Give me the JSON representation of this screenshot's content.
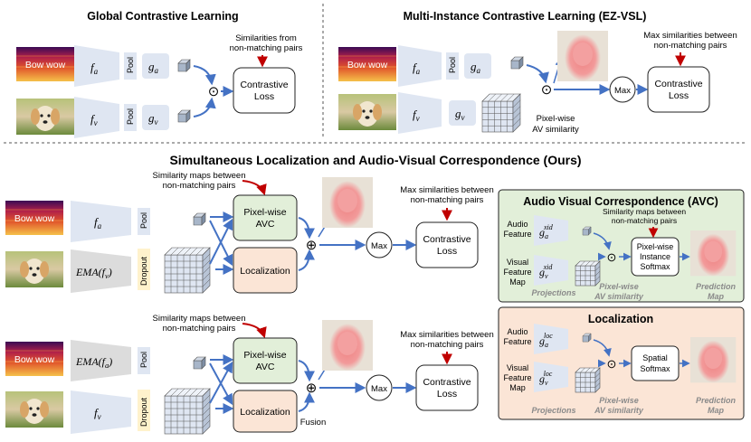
{
  "titles": {
    "global": "Global  Contrastive Learning",
    "multi": "Multi-Instance Contrastive Learning (EZ-VSL)",
    "ours": "Simultaneous Localization and Audio-Visual Correspondence (Ours)",
    "avc_panel": "Audio Visual Correspondence (AVC)",
    "loc_panel": "Localization"
  },
  "labels": {
    "bow_wow": "Bow wow",
    "pool": "Pool",
    "dropout": "Dropout",
    "contrastive_loss_1": "Contrastive",
    "contrastive_loss_2": "Loss",
    "max": "Max",
    "fusion": "Fusion",
    "pixelwise_avc_1": "Pixel-wise",
    "pixelwise_avc_2": "AVC",
    "localization": "Localization",
    "sim_from_nonmatch_1": "Similarities from",
    "sim_from_nonmatch_2": "non-matching pairs",
    "max_sim_nonmatch_1": "Max similarities between",
    "max_sim_nonmatch_2": "non-matching pairs",
    "sim_maps_nonmatch_1": "Similarity maps between",
    "sim_maps_nonmatch_2": "non-matching pairs",
    "pixelwise_av_sim_1": "Pixel-wise",
    "pixelwise_av_sim_2": "AV similarity",
    "audio_feature_1": "Audio",
    "audio_feature_2": "Feature",
    "visual_feature_1": "Visual",
    "visual_feature_2": "Feature",
    "visual_feature_3": "Map",
    "pw_instance_softmax_1": "Pixel-wise",
    "pw_instance_softmax_2": "Instance",
    "pw_instance_softmax_3": "Softmax",
    "spatial_softmax_1": "Spatial",
    "spatial_softmax_2": "Softmax",
    "projections": "Projections",
    "pw_av_similarity_1": "Pixel-wise",
    "pw_av_similarity_2": "AV similarity",
    "prediction_map_1": "Prediction",
    "prediction_map_2": "Map",
    "odot": "⊙",
    "oplus": "⊕"
  },
  "math": {
    "f_a": "f",
    "f_a_sub": "a",
    "f_v": "f",
    "f_v_sub": "v",
    "g_a": "g",
    "g_a_sub": "a",
    "g_v": "g",
    "g_v_sub": "v",
    "ema_fv": "EMA(f",
    "ema_fv_sub": "v",
    "ema_fa": "EMA(f",
    "ema_fa_sub": "a",
    "close_paren": ")",
    "xid": "xid",
    "loc": "loc"
  },
  "colors": {
    "pixelwise_avc_fill": "#e2efd9",
    "localization_fill": "#fbe5d6",
    "avc_panel_fill": "#e2efd9",
    "loc_panel_fill": "#fbe5d6",
    "arrow_blue": "#4472c4",
    "arrow_red": "#c00000",
    "encoder_blue": "#dfe6f2",
    "encoder_gray": "#dcdcdc",
    "dropout_yellow": "#fff2cc"
  }
}
